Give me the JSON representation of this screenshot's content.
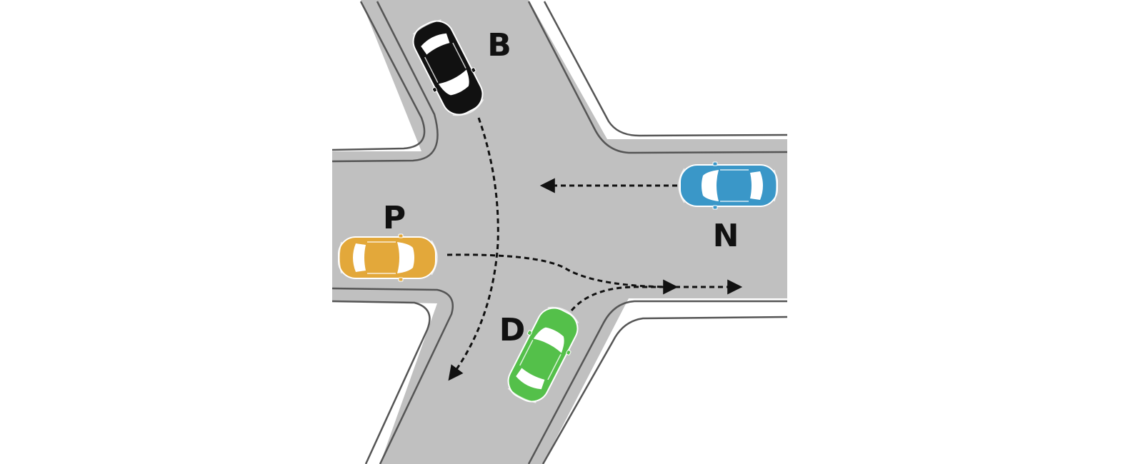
{
  "diagram": {
    "background": "#ffffff",
    "road_color": "#c0c0c0",
    "curb_color": "#555555"
  },
  "cars": {
    "B": {
      "label": "B",
      "color": "#111111",
      "icon": "car-icon"
    },
    "N": {
      "label": "N",
      "color": "#3a97c8",
      "icon": "car-icon"
    },
    "P": {
      "label": "P",
      "color": "#e3a83a",
      "icon": "car-icon"
    },
    "D": {
      "label": "D",
      "color": "#54c04a",
      "icon": "car-icon"
    }
  }
}
